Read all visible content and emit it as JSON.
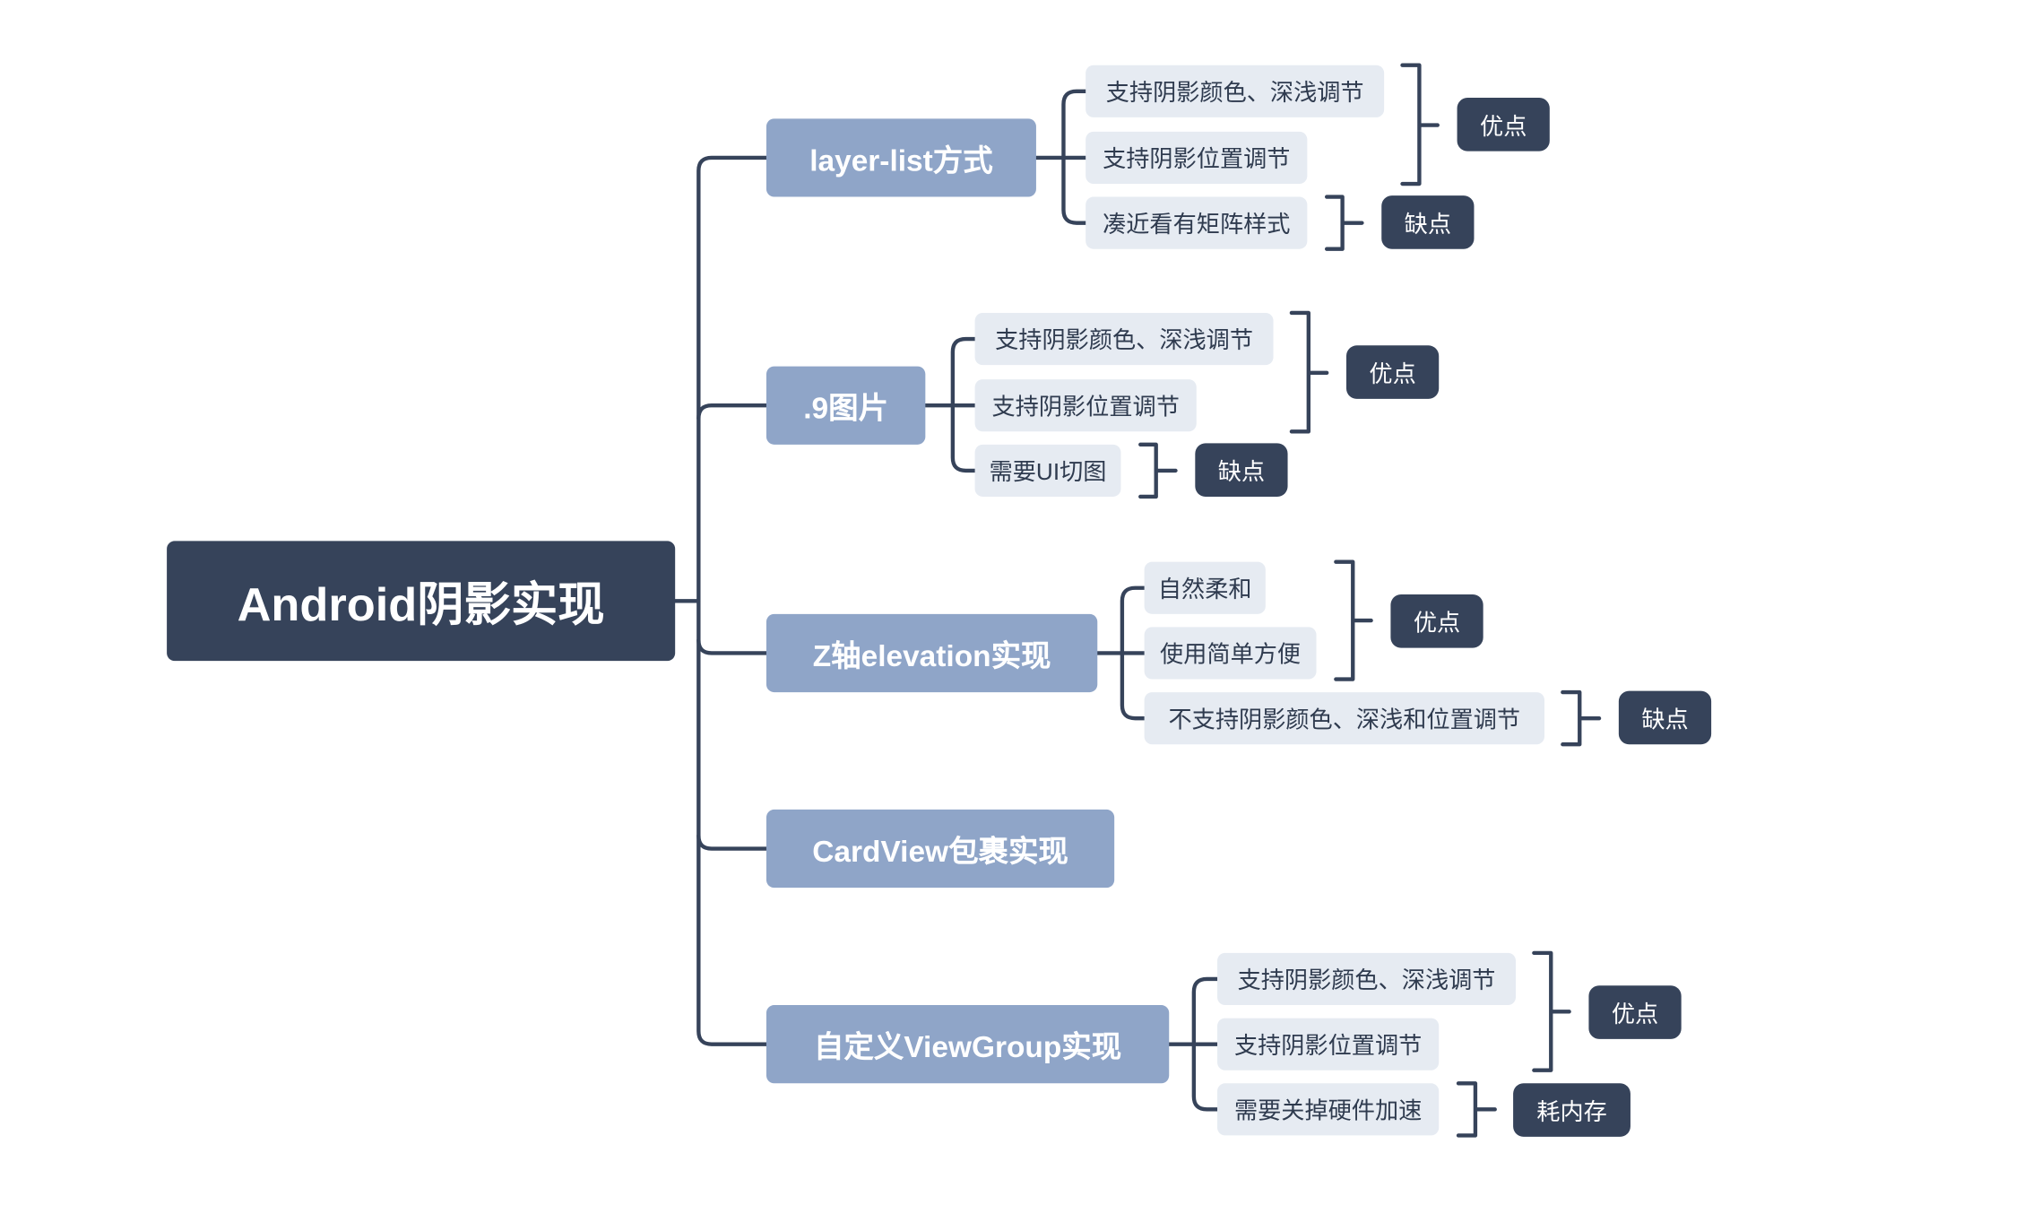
{
  "root": {
    "label": "Android阴影实现"
  },
  "branches": [
    {
      "label": "layer-list方式",
      "items": [
        "支持阴影颜色、深浅调节",
        "支持阴影位置调节",
        "凑近看有矩阵样式"
      ],
      "tags": [
        "优点",
        "缺点"
      ]
    },
    {
      "label": ".9图片",
      "items": [
        "支持阴影颜色、深浅调节",
        "支持阴影位置调节",
        "需要UI切图"
      ],
      "tags": [
        "优点",
        "缺点"
      ]
    },
    {
      "label": "Z轴elevation实现",
      "items": [
        "自然柔和",
        "使用简单方便",
        "不支持阴影颜色、深浅和位置调节"
      ],
      "tags": [
        "优点",
        "缺点"
      ]
    },
    {
      "label": "CardView包裹实现"
    },
    {
      "label": "自定义ViewGroup实现",
      "items": [
        "支持阴影颜色、深浅调节",
        "支持阴影位置调节",
        "需要关掉硬件加速"
      ],
      "tags": [
        "优点",
        "耗内存"
      ]
    }
  ],
  "colors": {
    "root": "#36435a",
    "branch": "#8fa5c8",
    "leaf": "#e6ebf2",
    "tag": "#36435a",
    "line": "#36435a"
  }
}
